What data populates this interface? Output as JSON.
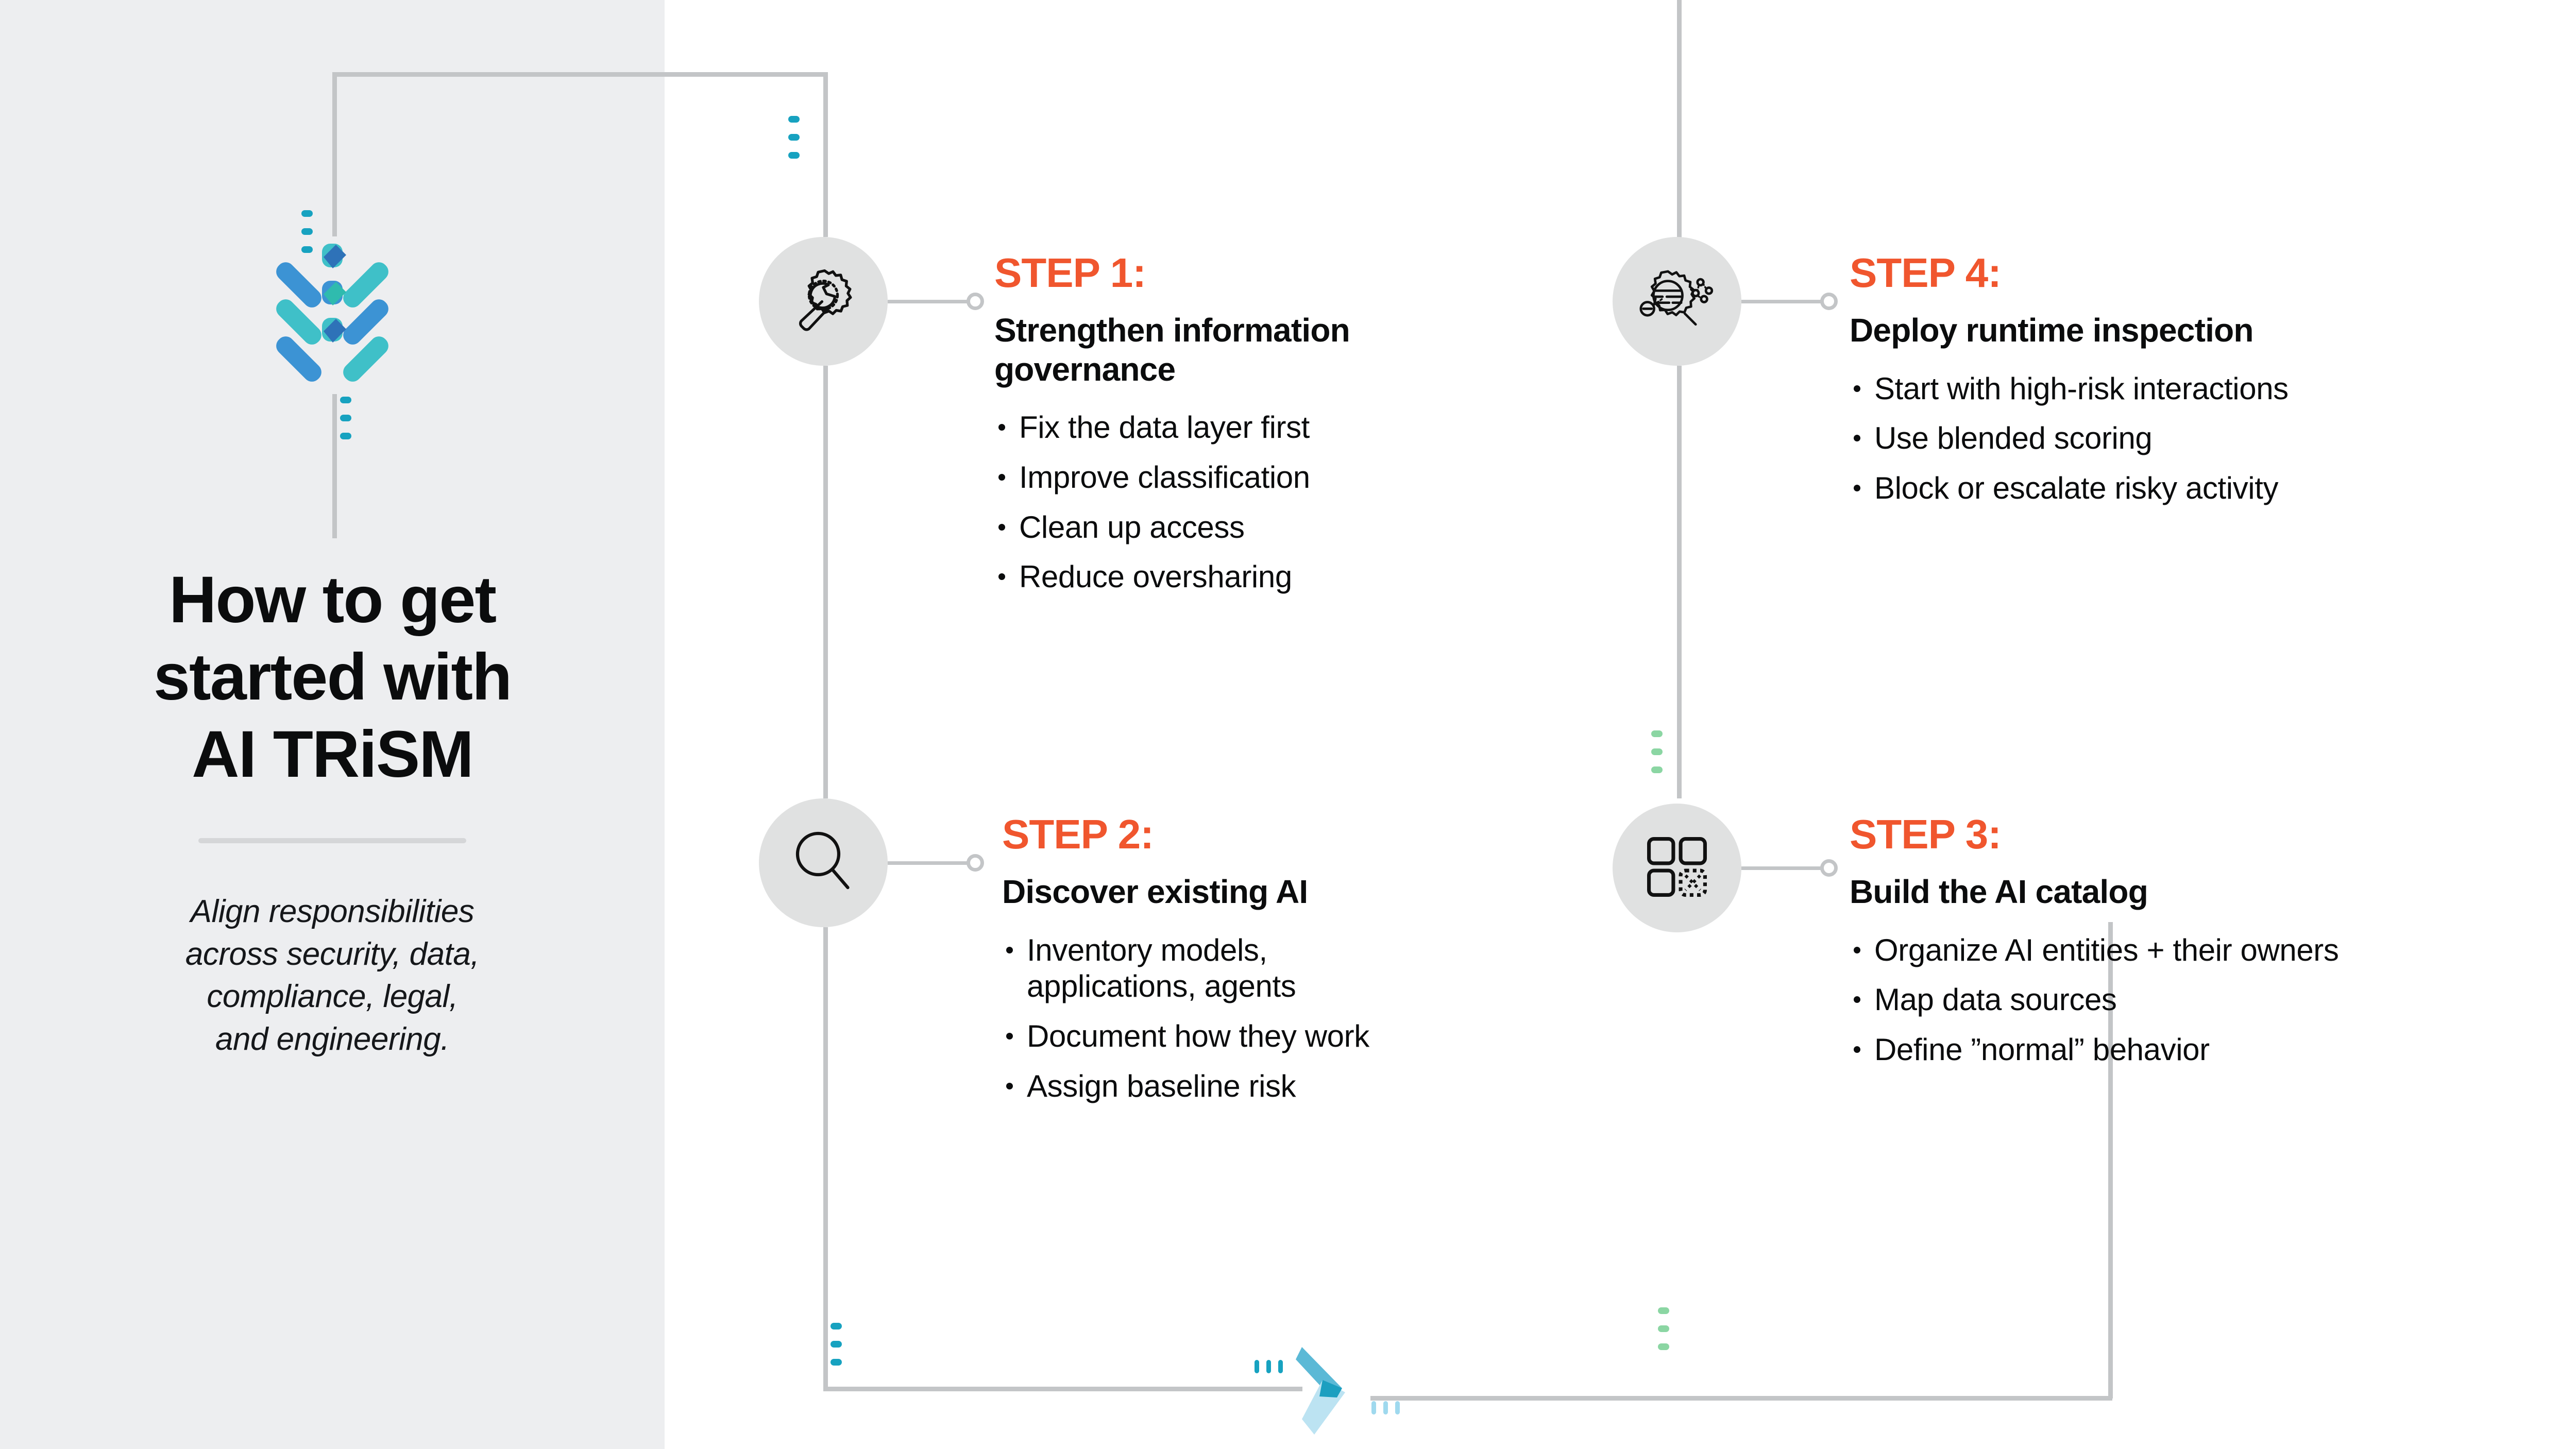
{
  "colors": {
    "accent_orange": "#F0562E",
    "panel_gray": "#EDEEF0",
    "line_gray": "#C3C5C7",
    "icon_circle_gray": "#E0E1E1",
    "dot_teal": "#17A2C0",
    "dot_green": "#8BD6A3",
    "logo_teal": "#3FC0C8",
    "logo_blue": "#3C93D4",
    "text_dark": "#0B0C0D"
  },
  "left_panel": {
    "logo_name": "triple-chevron-logo",
    "title_lines": [
      "How to get",
      "started with",
      "AI TRiSM"
    ],
    "subtitle_lines": [
      "Align responsibilities",
      "across security, data,",
      "compliance, legal,",
      "and engineering."
    ]
  },
  "steps": [
    {
      "id": "step-1",
      "label": "STEP 1:",
      "title_lines": [
        "Strengthen information",
        "governance"
      ],
      "icon": "wrench-gear-icon",
      "bullets": [
        "Fix the data layer first",
        "Improve classification",
        "Clean up access",
        "Reduce oversharing"
      ]
    },
    {
      "id": "step-2",
      "label": "STEP 2:",
      "title_lines": [
        "Discover existing AI"
      ],
      "icon": "magnifier-icon",
      "bullets": [
        "Inventory models, applications, agents",
        "Document how they work",
        "Assign baseline risk"
      ]
    },
    {
      "id": "step-3",
      "label": "STEP 3:",
      "title_lines": [
        "Build the AI catalog"
      ],
      "icon": "grid-squares-icon",
      "bullets": [
        "Organize AI entities + their owners",
        "Map data sources",
        "Define ”normal” behavior"
      ]
    },
    {
      "id": "step-4",
      "label": "STEP 4:",
      "title_lines": [
        "Deploy runtime inspection"
      ],
      "icon": "gear-inspection-icon",
      "bullets": [
        "Start with high-risk interactions",
        "Use blended scoring",
        "Block or escalate risky activity"
      ]
    }
  ],
  "decorations": {
    "bottom_arrow_name": "chevron-arrow-right",
    "dot_clusters": [
      {
        "name": "dot-cluster-top-left",
        "color": "#17A2C0"
      },
      {
        "name": "dot-cluster-logo-top",
        "color": "#17A2C0"
      },
      {
        "name": "dot-cluster-logo-bottom",
        "color": "#17A2C0"
      },
      {
        "name": "dot-cluster-mid-right",
        "color": "#8BD6A3"
      },
      {
        "name": "dot-cluster-bottom-left",
        "color": "#17A2C0"
      },
      {
        "name": "dot-cluster-bottom-right",
        "color": "#8BD6A3"
      },
      {
        "name": "dot-cluster-arrow-left",
        "color": "#17A2C0"
      },
      {
        "name": "dot-cluster-arrow-right",
        "color": "#9FD9EE"
      }
    ]
  }
}
